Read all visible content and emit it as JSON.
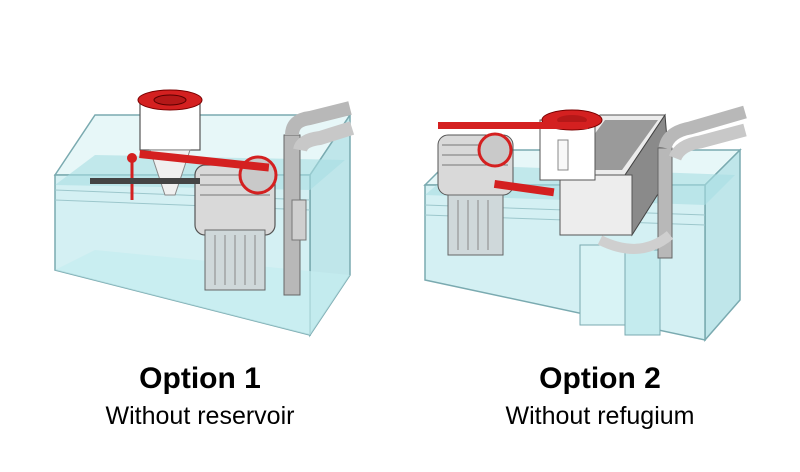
{
  "options": [
    {
      "title": "Option 1",
      "subtitle": "Without reservoir"
    },
    {
      "title": "Option 2",
      "subtitle": "Without refugium"
    }
  ],
  "colors": {
    "water": "#cfeff2",
    "tank_outline": "#7aaab0",
    "accent_red": "#d42020",
    "equipment_grey": "#d9d9d9",
    "pipe_grey": "#b8b8b8"
  }
}
